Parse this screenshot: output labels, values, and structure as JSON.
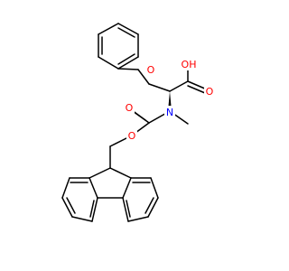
{
  "molecule": {
    "colors": {
      "bond": "#000000",
      "oxygen": "#ff0000",
      "nitrogen": "#0000ff",
      "background": "#ffffff"
    },
    "atom_labels": {
      "o_ether": "O",
      "o_acid_h": "OH",
      "o_acid_carbonyl": "O",
      "n_amine": "N",
      "o_carbamate_carbonyl": "O",
      "o_carbamate_ester": "O"
    }
  }
}
